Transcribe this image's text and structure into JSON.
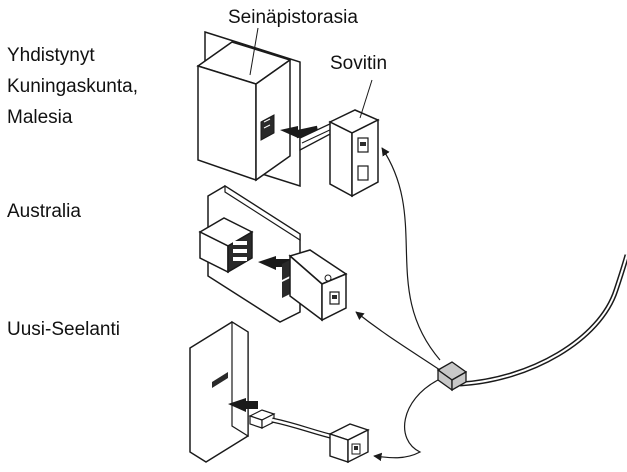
{
  "labels": {
    "wall_socket": "Seinäpistorasia",
    "adapter": "Sovitin",
    "region_uk_my": [
      "Yhdistynyt",
      "Kuningaskunta,",
      "Malesia"
    ],
    "region_australia": "Australia",
    "region_nz": "Uusi-Seelanti"
  },
  "colors": {
    "line": "#1a1a1a",
    "fill": "#ffffff",
    "connector": "#c8c8c8",
    "dark": "#2a2a2a"
  }
}
